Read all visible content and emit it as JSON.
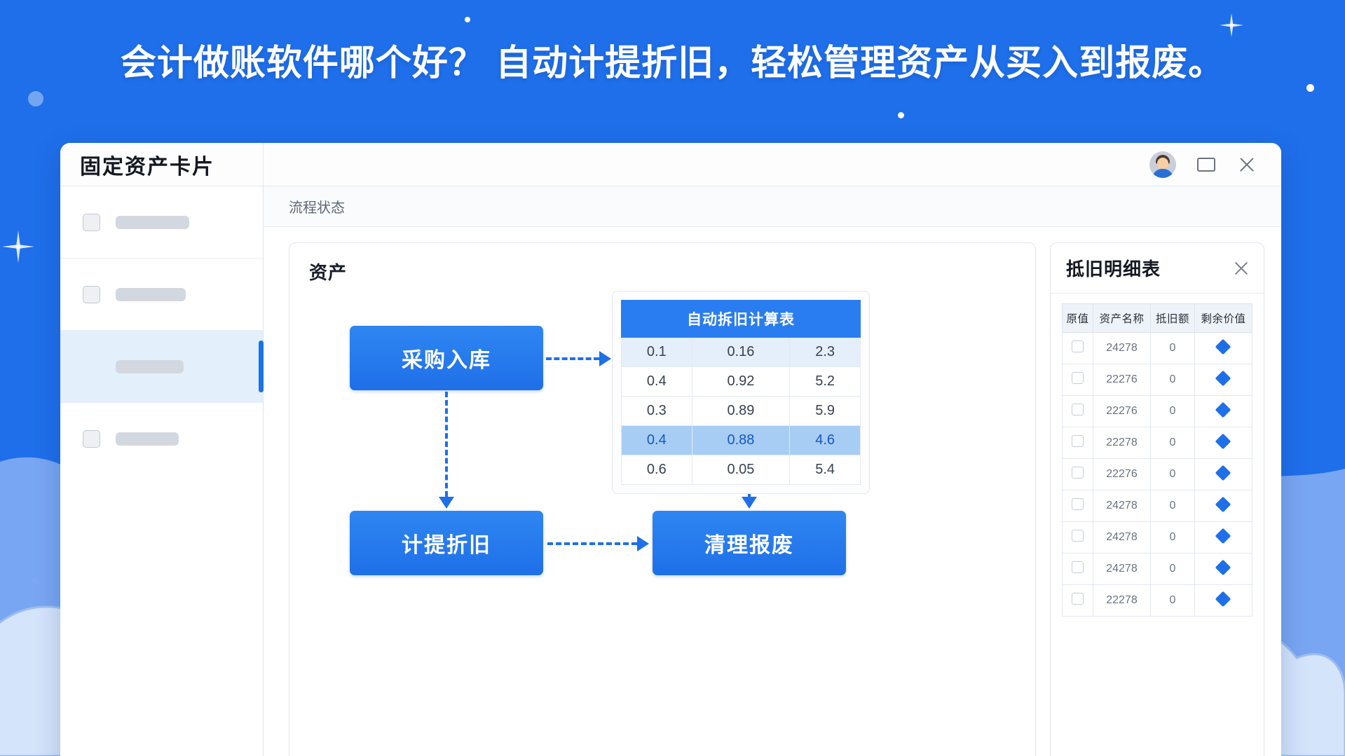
{
  "headline": "会计做账软件哪个好？ 自动计提折旧，轻松管理资产从买入到报废。",
  "colors": {
    "background_blue": "#1f6fea",
    "accent_blue": "#1f6fe8",
    "header_blue": "#2a7df0",
    "selected_row": "#a8cdf4",
    "tint_row": "#e4effb",
    "sidebar_active": "#e3f0fc"
  },
  "window": {
    "title": "固定资产卡片",
    "controls": {
      "avatar": "user-avatar",
      "maximize": "maximize-icon",
      "close": "close-icon"
    }
  },
  "sidebar": {
    "items": [
      {
        "has_checkbox": true,
        "active": false
      },
      {
        "has_checkbox": true,
        "active": false
      },
      {
        "has_checkbox": false,
        "active": true
      },
      {
        "has_checkbox": true,
        "active": false
      }
    ]
  },
  "toolbar": {
    "label": "流程状态"
  },
  "flow": {
    "title": "资产",
    "nodes": [
      {
        "id": "purchase",
        "label": "采购入库"
      },
      {
        "id": "depreciate",
        "label": "计提折旧"
      },
      {
        "id": "scrap",
        "label": "清理报废"
      }
    ]
  },
  "chart_data": {
    "type": "table",
    "title": "自动拆旧计算表",
    "columns": [
      "col1",
      "col2",
      "col3"
    ],
    "rows": [
      {
        "values": [
          "0.1",
          "0.16",
          "2.3"
        ],
        "style": "tint"
      },
      {
        "values": [
          "0.4",
          "0.92",
          "5.2"
        ],
        "style": "plain"
      },
      {
        "values": [
          "0.3",
          "0.89",
          "5.9"
        ],
        "style": "plain"
      },
      {
        "values": [
          "0.4",
          "0.88",
          "4.6"
        ],
        "style": "selected"
      },
      {
        "values": [
          "0.6",
          "0.05",
          "5.4"
        ],
        "style": "plain"
      }
    ]
  },
  "detail_panel": {
    "title": "抵旧明细表",
    "close_icon": "close-icon",
    "columns": [
      "原值",
      "资产名称",
      "抵旧额",
      "剩余价值"
    ],
    "rows": [
      {
        "checked": false,
        "name": "24278",
        "amount": "0",
        "remaining": "diamond-icon"
      },
      {
        "checked": false,
        "name": "22276",
        "amount": "0",
        "remaining": "diamond-icon"
      },
      {
        "checked": false,
        "name": "22276",
        "amount": "0",
        "remaining": "diamond-icon"
      },
      {
        "checked": false,
        "name": "22278",
        "amount": "0",
        "remaining": "diamond-icon"
      },
      {
        "checked": false,
        "name": "22276",
        "amount": "0",
        "remaining": "diamond-icon"
      },
      {
        "checked": false,
        "name": "24278",
        "amount": "0",
        "remaining": "diamond-icon"
      },
      {
        "checked": false,
        "name": "24278",
        "amount": "0",
        "remaining": "diamond-icon"
      },
      {
        "checked": false,
        "name": "24278",
        "amount": "0",
        "remaining": "diamond-icon"
      },
      {
        "checked": false,
        "name": "22278",
        "amount": "0",
        "remaining": "diamond-icon"
      }
    ]
  }
}
